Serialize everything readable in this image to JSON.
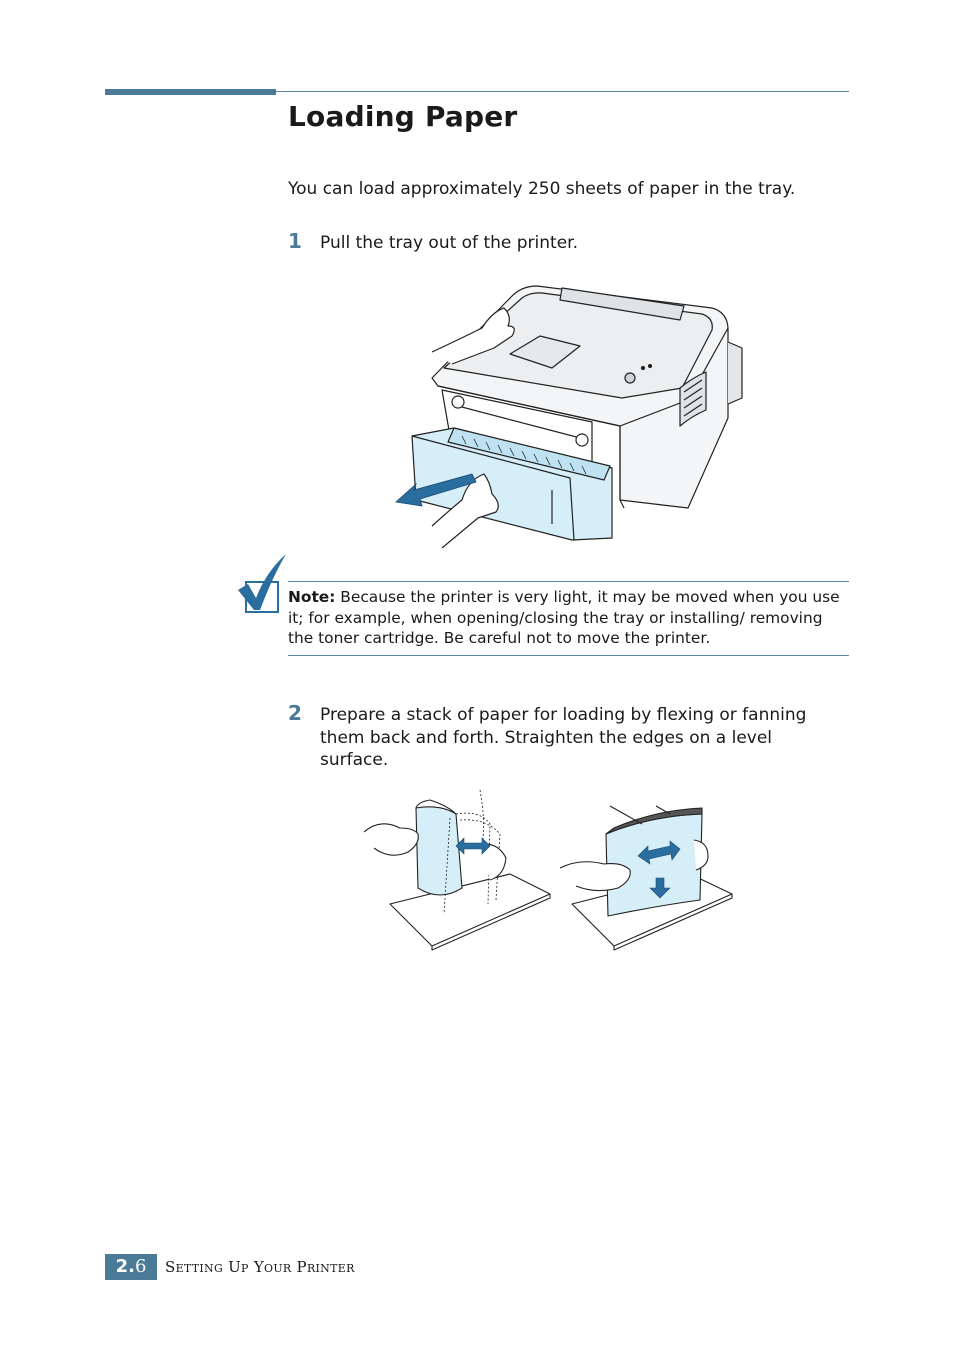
{
  "title": "Loading Paper",
  "intro": "You can load approximately 250 sheets of paper in the tray.",
  "steps": [
    {
      "number": "1",
      "text": "Pull the tray out of the printer."
    },
    {
      "number": "2",
      "text": "Prepare a stack of paper for loading by flexing or fanning them back and forth. Straighten the edges on a level surface."
    }
  ],
  "note": {
    "label": "Note:",
    "text": " Because the printer is very light, it may be moved when you use it; for example, when opening/closing the tray or installing/ removing the toner cartridge. Be careful not to move the printer."
  },
  "footer": {
    "chapter": "2.",
    "page": "6",
    "section": "Setting Up Your Printer"
  },
  "icons": {
    "note": "checkmark-note-icon"
  },
  "colors": {
    "accent": "#4a7a96",
    "paper_fill": "#d6eef8",
    "arrow": "#2a6ea0"
  }
}
